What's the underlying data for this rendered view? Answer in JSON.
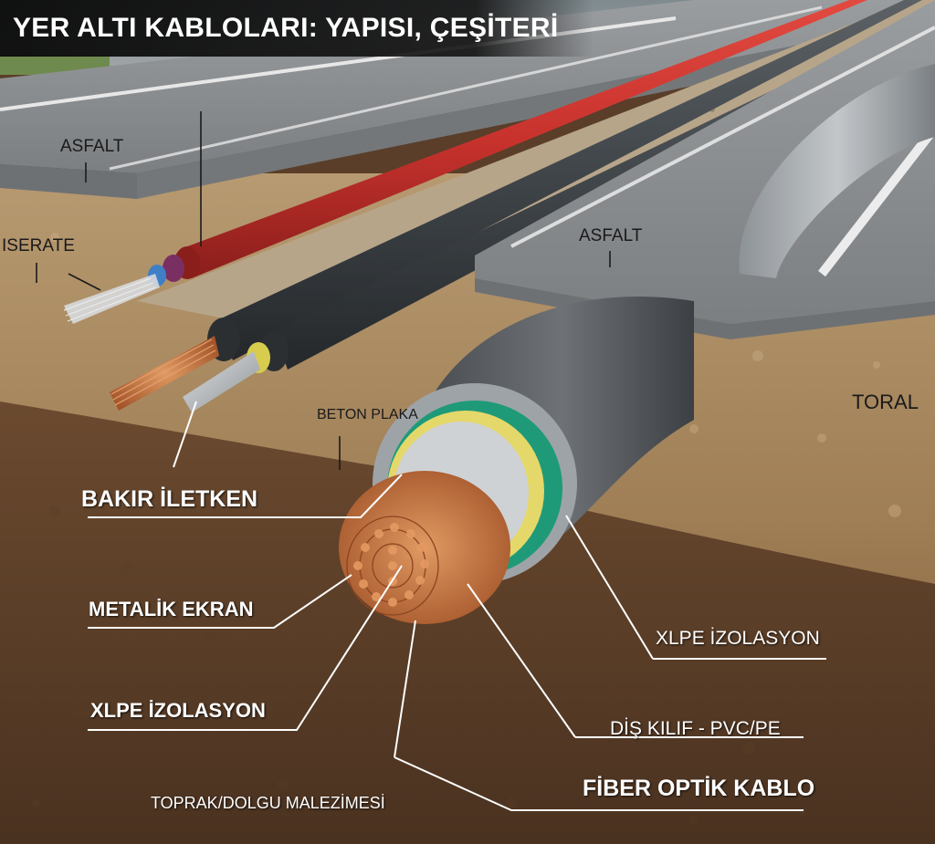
{
  "title": "YER ALTI KABLOLARI: YAPISI, ÇEŞİTERİ",
  "labels": {
    "asfalt_left": "ASFALT",
    "asfalt_right": "ASFALT",
    "iserate": "ISERATE",
    "toral": "TORAL",
    "beton_plaka": "BETON PLAKA",
    "bakir_iletken": "BAKIR İLETKEN",
    "metalik_ekran": "METALİK EKRAN",
    "xlpe_izolasyon_left": "XLPE  İZOLASYON",
    "xlpe_izolasyon_right": "XLPE İZOLASYON",
    "dis_kilif": "DİŞ KILIF - PVC/PE",
    "fiber_optik": "FİBER OPTİK KABLO",
    "toprak_dolgu": "TOPRAK/DOLGU MALEZİMESİ"
  },
  "colors": {
    "asphalt": "#8a8d90",
    "soil": "#a88a62",
    "deep_soil": "#5e4129",
    "red_cable": "#c8322d",
    "dark_cable": "#3f4448",
    "copper": "#c8703c",
    "xlpe_yellow": "#e4d86a",
    "green_layer": "#1f9a78",
    "gray_jacket": "#5b5f63"
  }
}
